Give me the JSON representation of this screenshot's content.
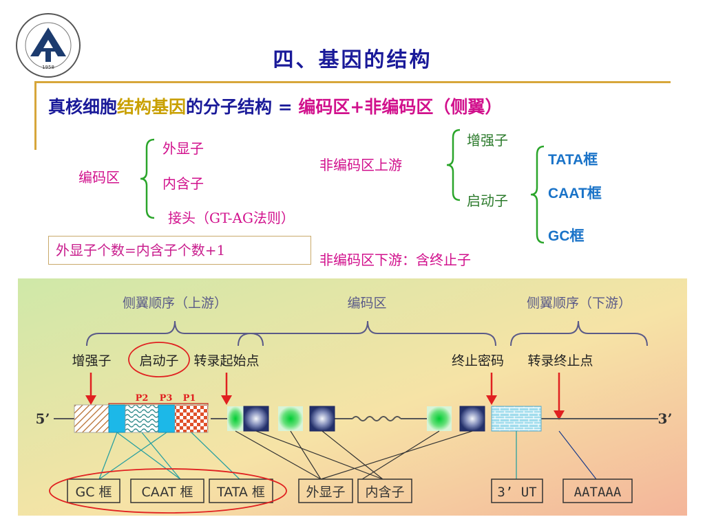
{
  "slide": {
    "title": "四、基因的结构",
    "headline": {
      "p1": "真核细胞",
      "p2": "结构基因",
      "p3": "的分子结构 = ",
      "p4": "编码区",
      "p5": "+非编码区（侧翼）"
    },
    "coding_region": {
      "label": "编码区",
      "items": [
        "外显子",
        "内含子",
        "接头（GT-AG法则）"
      ]
    },
    "upstream": {
      "label_a": "非编码区",
      "label_b": "上游",
      "enhancer": "增强子",
      "promoter": "启动子",
      "promoter_elements": [
        "TATA框",
        "CAAT框",
        "GC框"
      ]
    },
    "downstream": {
      "label_a": "非编码区",
      "label_b": "下游：含终止子"
    },
    "rule_box": "外显子个数=内含子个数+1"
  },
  "diagram": {
    "header_left": "侧翼顺序（上游）",
    "header_mid": "编码区",
    "header_right": "侧翼顺序（下游）",
    "label_enhancer": "增强子",
    "label_promoter": "启动子",
    "label_tx_start": "转录起始点",
    "label_stop_codon": "终止密码",
    "label_tx_end": "转录终止点",
    "p2": "P2",
    "p3": "P3",
    "p1": "P1",
    "end5": "5’",
    "end3": "3’",
    "box_gc": "GC 框",
    "box_caat": "CAAT 框",
    "box_tata": "TATA 框",
    "box_exon": "外显子",
    "box_intron": "内含子",
    "box_utr": "3’ UT",
    "box_aataaa": "AATAAA"
  },
  "colors": {
    "title": "#1a1a99",
    "accent_gold": "#d7a63a",
    "magenta": "#d1108c",
    "green": "#2b7a2b",
    "blue": "#1a73c8",
    "arrow_red": "#e02020"
  }
}
